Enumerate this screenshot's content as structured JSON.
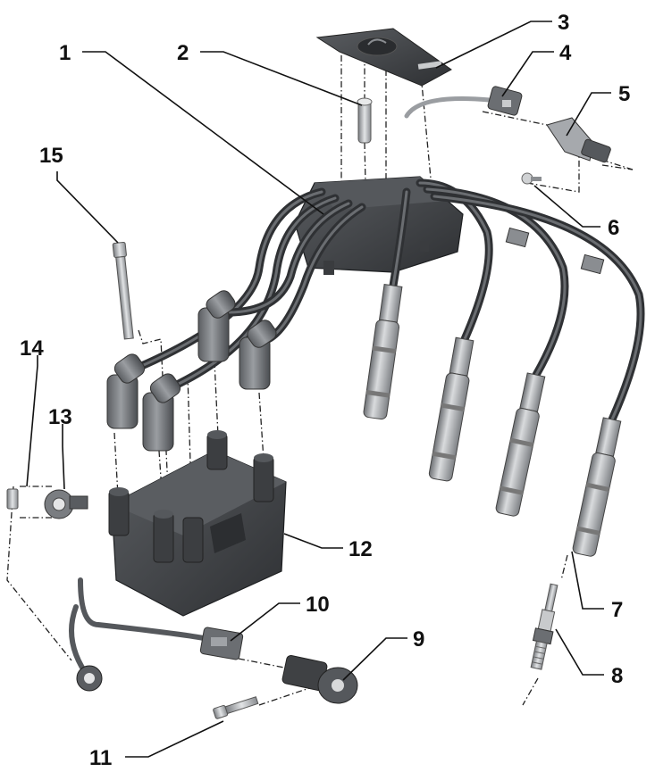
{
  "diagram": {
    "callouts": [
      {
        "id": 1,
        "label": "1"
      },
      {
        "id": 2,
        "label": "2"
      },
      {
        "id": 3,
        "label": "3"
      },
      {
        "id": 4,
        "label": "4"
      },
      {
        "id": 5,
        "label": "5"
      },
      {
        "id": 6,
        "label": "6"
      },
      {
        "id": 7,
        "label": "7"
      },
      {
        "id": 8,
        "label": "8"
      },
      {
        "id": 9,
        "label": "9"
      },
      {
        "id": 10,
        "label": "10"
      },
      {
        "id": 11,
        "label": "11"
      },
      {
        "id": 12,
        "label": "12"
      },
      {
        "id": 13,
        "label": "13"
      },
      {
        "id": 14,
        "label": "14"
      },
      {
        "id": 15,
        "label": "15"
      }
    ],
    "colors": {
      "part_dark": "#3f4144",
      "part_mid": "#6b6e72",
      "part_light": "#a9acb0",
      "part_highlight": "#d4d6d8",
      "line": "#111111"
    }
  }
}
